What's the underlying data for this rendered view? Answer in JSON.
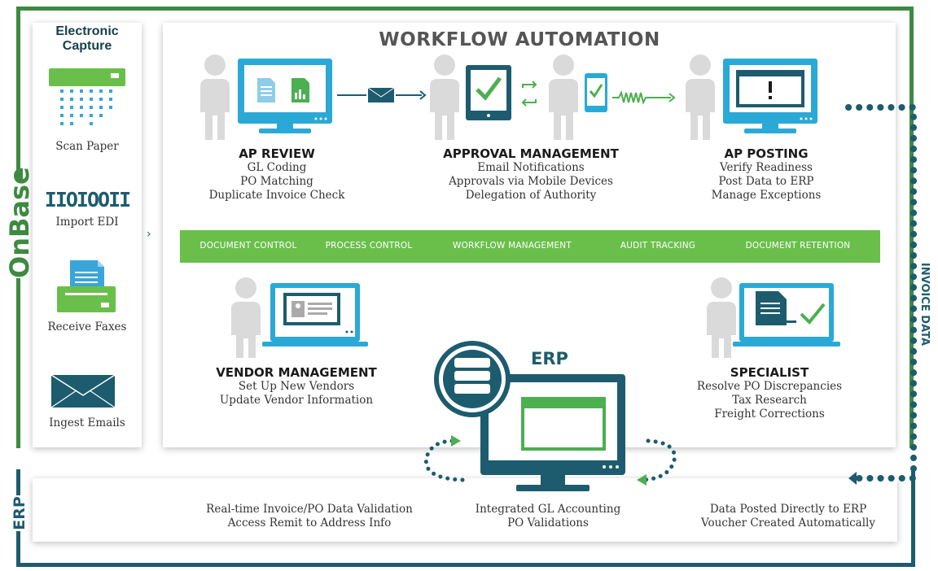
{
  "labels": {
    "onbase": "OnBase",
    "erp_side": "ERP",
    "invoice_data": "INVOICE DATA",
    "erp_badge": "ERP"
  },
  "capture": {
    "title": "Electronic Capture",
    "items": [
      "Scan Paper",
      "Import EDI",
      "Receive Faxes",
      "Ingest Emails"
    ],
    "edi_glyph": "IIOIOOII"
  },
  "workflow": {
    "title": "WORKFLOW AUTOMATION",
    "ap_review": {
      "title": "AP REVIEW",
      "lines": [
        "GL Coding",
        "PO Matching",
        "Duplicate Invoice Check"
      ]
    },
    "approval": {
      "title": "APPROVAL MANAGEMENT",
      "lines": [
        "Email Notifications",
        "Approvals via Mobile Devices",
        "Delegation of Authority"
      ]
    },
    "ap_posting": {
      "title": "AP POSTING",
      "lines": [
        "Verify Readiness",
        "Post Data to ERP",
        "Manage Exceptions"
      ]
    },
    "vendor": {
      "title": "VENDOR MANAGEMENT",
      "lines": [
        "Set Up New Vendors",
        "Update Vendor Information"
      ]
    },
    "specialist": {
      "title": "SPECIALIST",
      "lines": [
        "Resolve PO Discrepancies",
        "Tax Research",
        "Freight Corrections"
      ]
    }
  },
  "bar": [
    "DOCUMENT CONTROL",
    "PROCESS CONTROL",
    "WORKFLOW MANAGEMENT",
    "AUDIT TRACKING",
    "DOCUMENT RETENTION"
  ],
  "erp_row": {
    "left": [
      "Real-time Invoice/PO Data Validation",
      "Access Remit to Address Info"
    ],
    "center": [
      "Integrated GL Accounting",
      "PO Validations"
    ],
    "right": [
      "Data Posted Directly to ERP",
      "Voucher Created Automatically"
    ]
  },
  "colors": {
    "green": "#6abf4b",
    "dark_green": "#3d8a40",
    "teal": "#1d5c6e",
    "screen_blue": "#2aa9d6",
    "person_gray": "#d9d9d9"
  },
  "icons": [
    "scanner-icon",
    "fax-icon",
    "envelope-icon",
    "person-icon",
    "monitor-icon",
    "tablet-icon",
    "phone-icon",
    "refresh-icon",
    "laptop-icon",
    "database-icon",
    "checkmark-icon"
  ]
}
